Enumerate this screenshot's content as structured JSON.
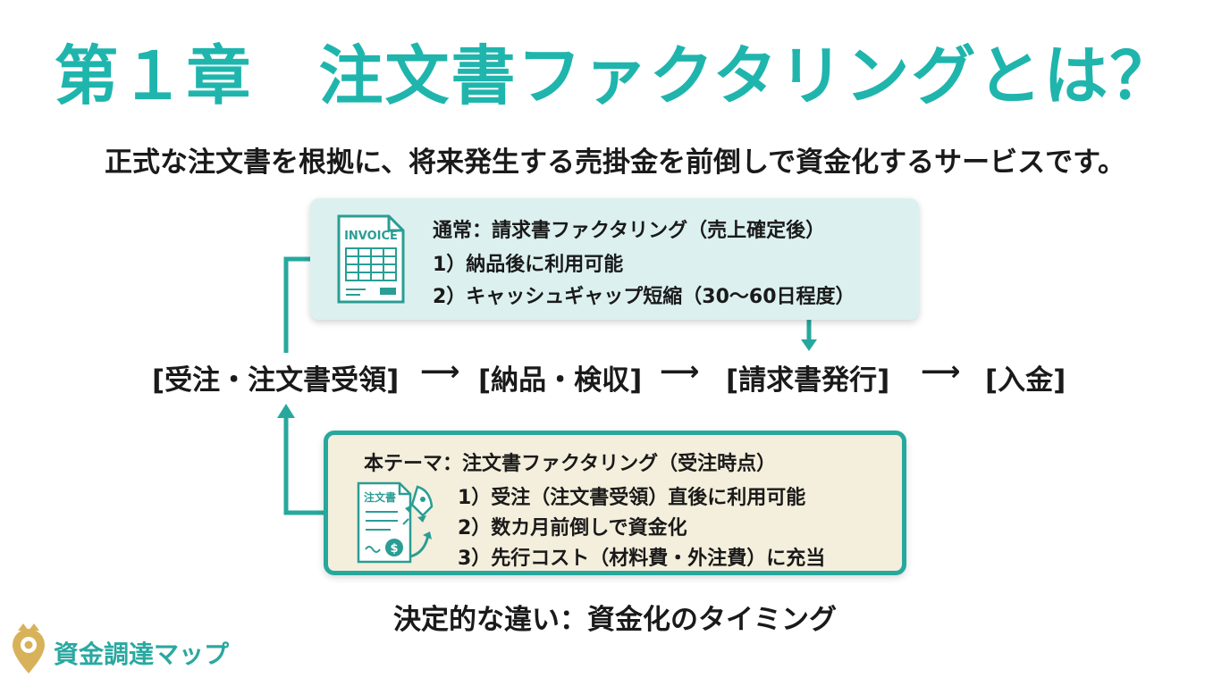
{
  "title": "第１章　注文書ファクタリングとは？",
  "subtitle": "正式な注文書を根拠に、将来発生する売掛金を前倒しで資金化するサービスです。",
  "invoice_box": {
    "icon_label": "INVOICE",
    "heading": "通常：請求書ファクタリング（売上確定後）",
    "items": [
      "1）納品後に利用可能",
      "2）キャッシュギャップ短縮（30〜60日程度）"
    ]
  },
  "flow": {
    "steps": [
      "[受注・注文書受領]",
      "[納品・検収]",
      "[請求書発行]",
      "[入金]"
    ],
    "arrow": "⟶"
  },
  "order_box": {
    "icon_label": "注文書",
    "heading": "本テーマ：注文書ファクタリング（受注時点）",
    "items": [
      "1）受注（注文書受領）直後に利用可能",
      "2）数カ月前倒しで資金化",
      "3）先行コスト（材料費・外注費）に充当"
    ]
  },
  "conclusion": "決定的な違い：資金化のタイミング",
  "brand": {
    "name": "資金調達マップ",
    "icon": "map-pin-crown-icon",
    "color": "#2aa8a0",
    "accent": "#d8b25a"
  },
  "colors": {
    "title": "#1fb5ad",
    "connector": "#27a89e",
    "invoice_box_bg": "#dcf1ef",
    "order_box_bg": "#f4efdc"
  }
}
